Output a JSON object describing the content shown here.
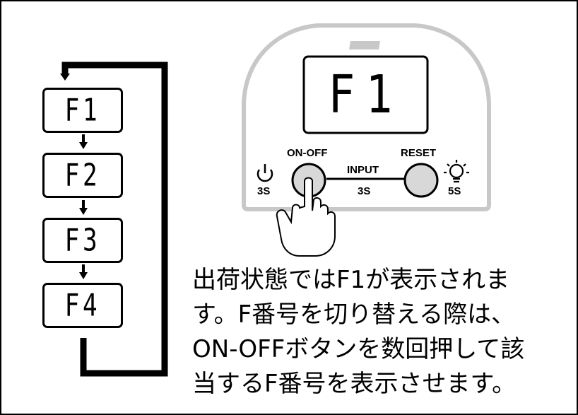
{
  "modes": [
    {
      "label": "F1"
    },
    {
      "label": "F2"
    },
    {
      "label": "F3"
    },
    {
      "label": "F4"
    }
  ],
  "device": {
    "display": "F1",
    "on_off_label": "ON-OFF",
    "reset_label": "RESET",
    "input_label": "INPUT",
    "input_time": "3S",
    "power_time": "3S",
    "light_time": "5S"
  },
  "description": {
    "lines": [
      "出荷状態ではF1が表示されま",
      "す。F番号を切り替える際は、",
      "ON-OFFボタンを数回押して該",
      "当するF番号を表示させます。"
    ]
  },
  "colors": {
    "device_body": "#c8c8c8",
    "ink": "#000000"
  },
  "icons": [
    "power-icon",
    "light-bulb-icon",
    "pointing-hand-icon"
  ]
}
